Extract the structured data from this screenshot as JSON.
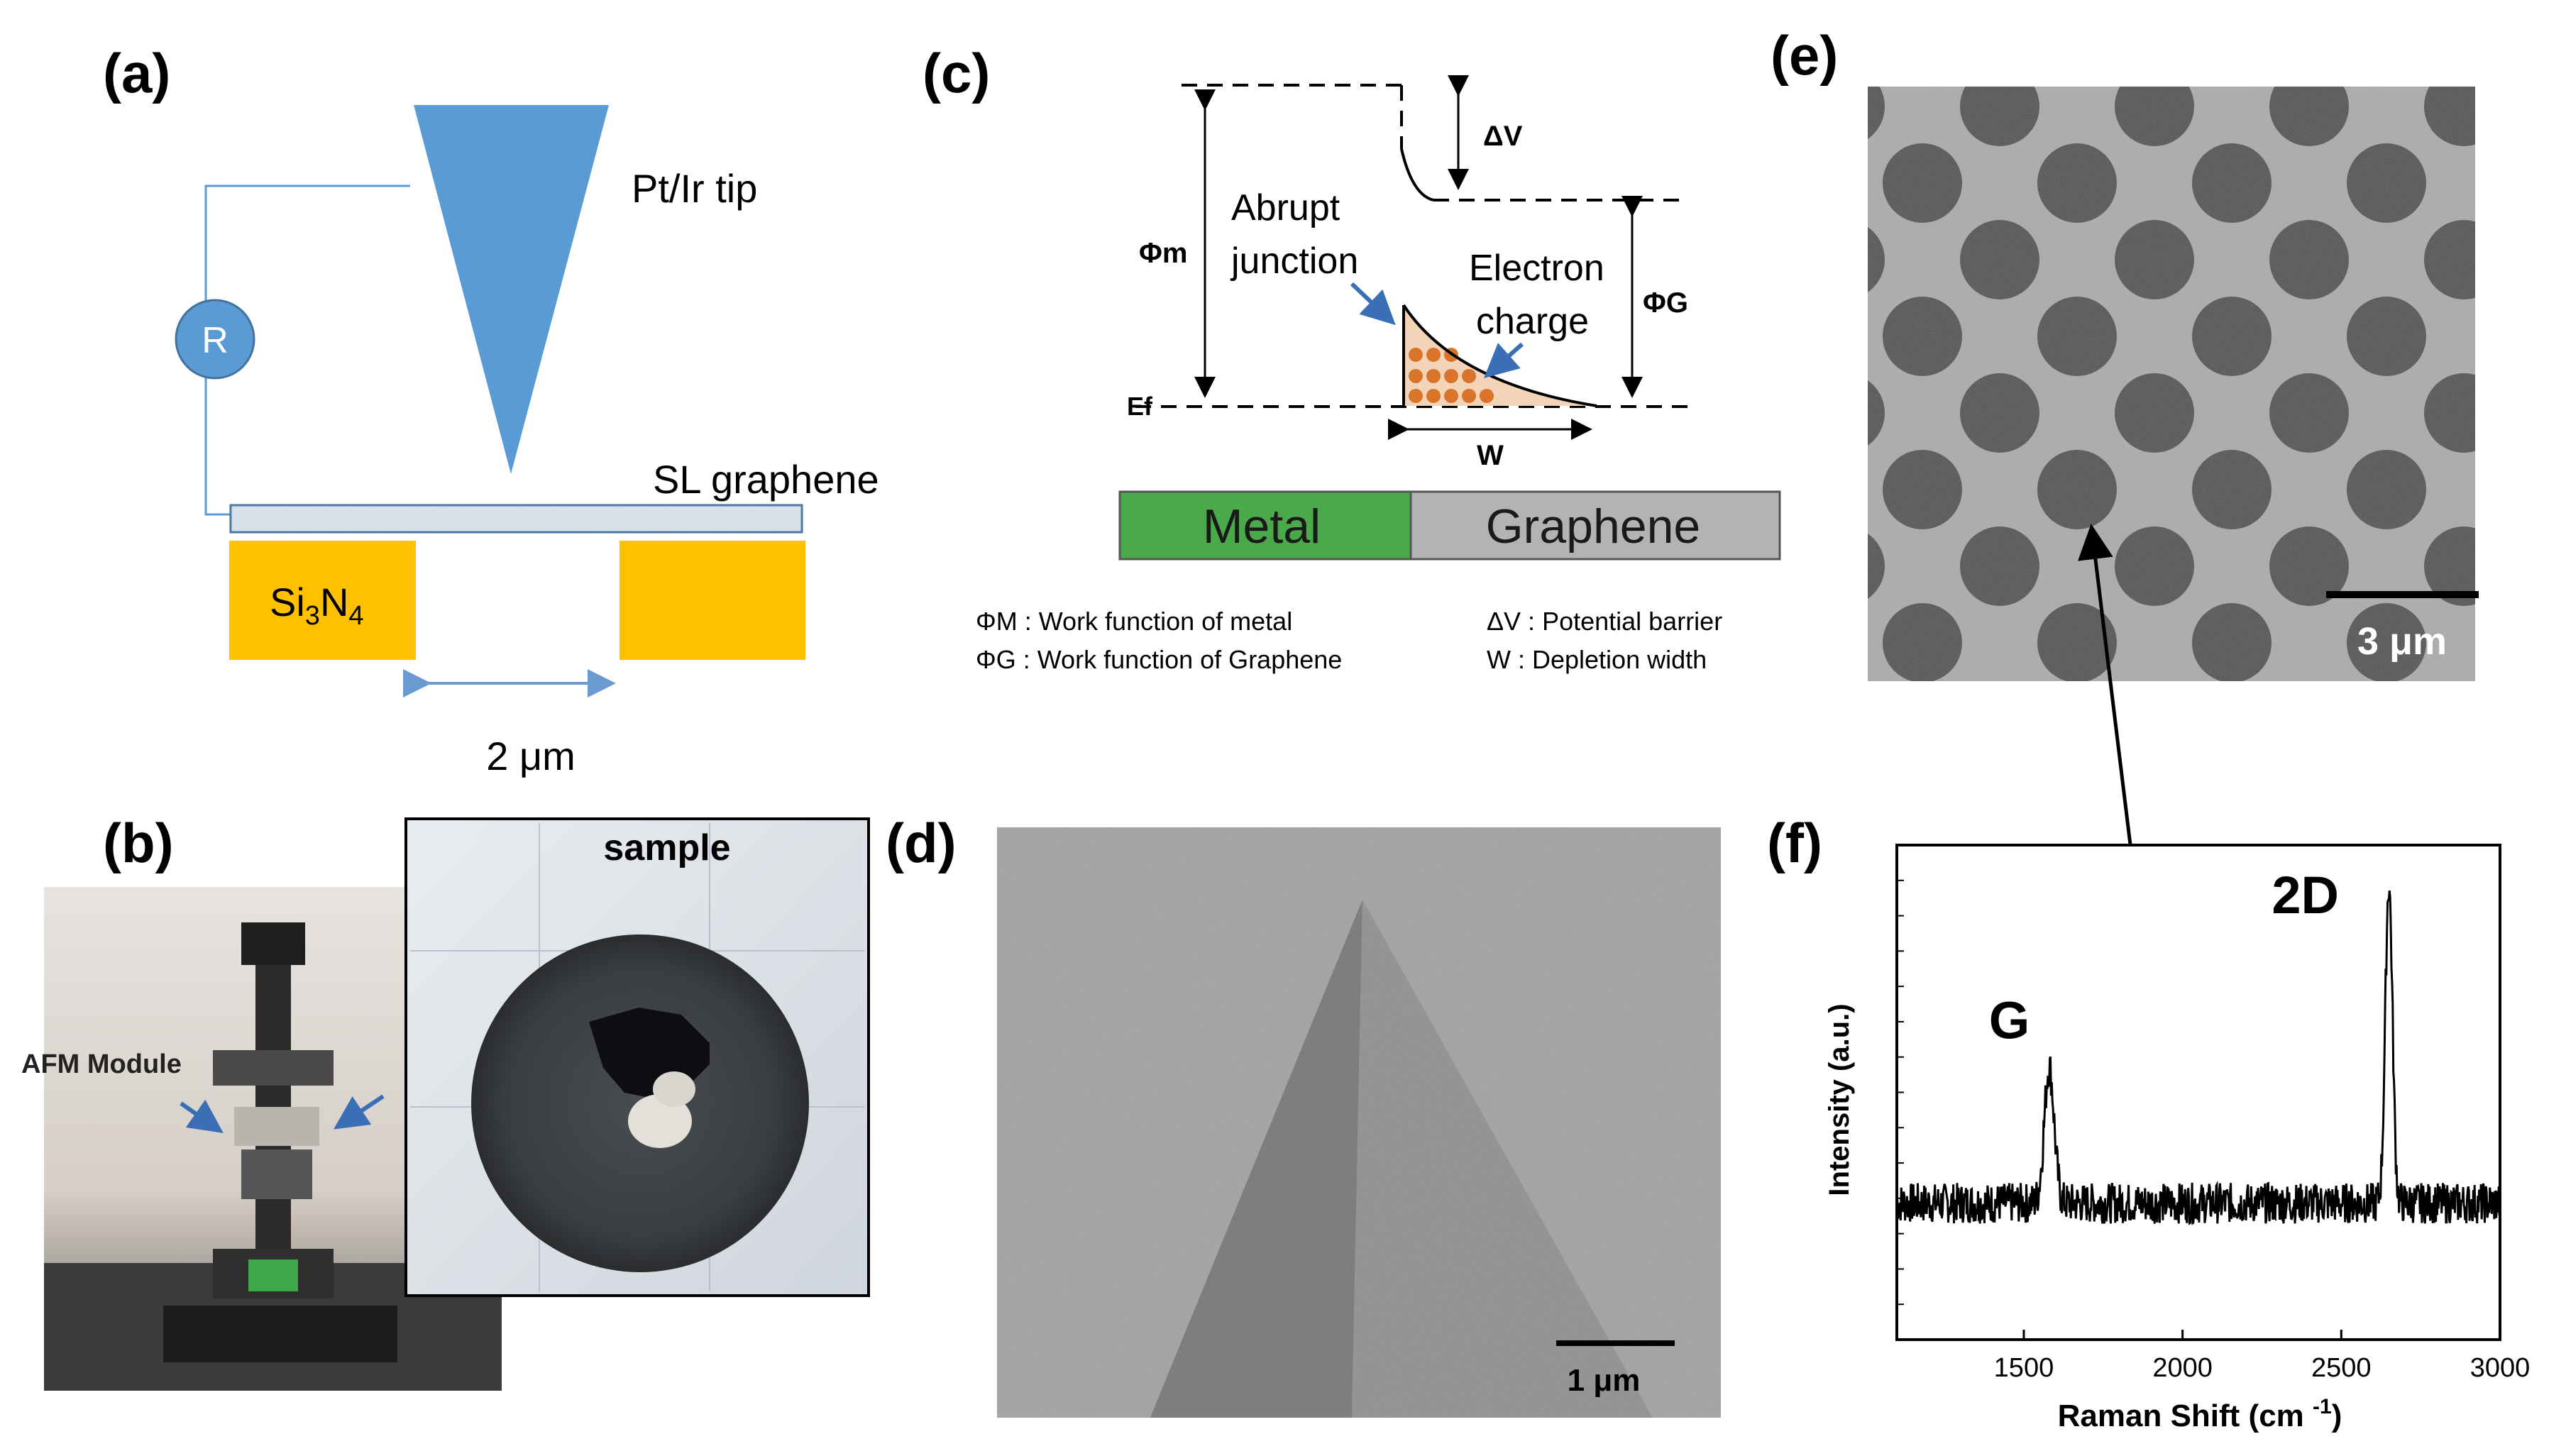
{
  "panel_labels": {
    "a": "(a)",
    "b": "(b)",
    "c": "(c)",
    "d": "(d)",
    "e": "(e)",
    "f": "(f)"
  },
  "panel_a": {
    "tip_label": "Pt/Ir tip",
    "resistor_label": "R",
    "graphene_label": "SL graphene",
    "substrate_prefix": "Si",
    "substrate_sub1": "3",
    "substrate_mid": "N",
    "substrate_sub2": "4",
    "gap_label": "2 μm",
    "colors": {
      "tip": "#5b9bd5",
      "substrate": "#ffc000",
      "graphene": "#dce6f2",
      "wire": "#5b9bd5"
    }
  },
  "panel_b": {
    "module_label": "AFM Module",
    "sample_label": "sample"
  },
  "panel_c": {
    "delta_v": "ΔV",
    "phi_m": "Φm",
    "phi_g": "ΦG",
    "fermi": "Ef",
    "junction_line1": "Abrupt",
    "junction_line2": "junction",
    "charge_line1": "Electron",
    "charge_line2": "charge",
    "width": "W",
    "metal": "Metal",
    "graphene": "Graphene",
    "legend": [
      "ΦM : Work function of metal",
      "ΦG : Work function of Graphene",
      "ΔV : Potential barrier",
      "W  : Depletion width"
    ],
    "colors": {
      "metal": "#4aaa4a",
      "graphene": "#b3b3b3",
      "charge": "#d9752b",
      "arrow": "#3a6fb5"
    }
  },
  "panel_d": {
    "scale_bar": "1 μm"
  },
  "panel_e": {
    "scale_bar": "3 μm"
  },
  "panel_f": {
    "chart_data": {
      "type": "line",
      "xlabel": "Raman Shift (cm-1)",
      "ylabel": "Intensity (a.u.)",
      "xlim": [
        1100,
        3000
      ],
      "x_ticks": [
        1500,
        2000,
        2500,
        3000
      ],
      "peaks": [
        {
          "label": "G",
          "x": 1580,
          "height": 0.6
        },
        {
          "label": "2D",
          "x": 2650,
          "height": 1.0
        }
      ],
      "baseline": 0.3,
      "grid": false
    }
  }
}
